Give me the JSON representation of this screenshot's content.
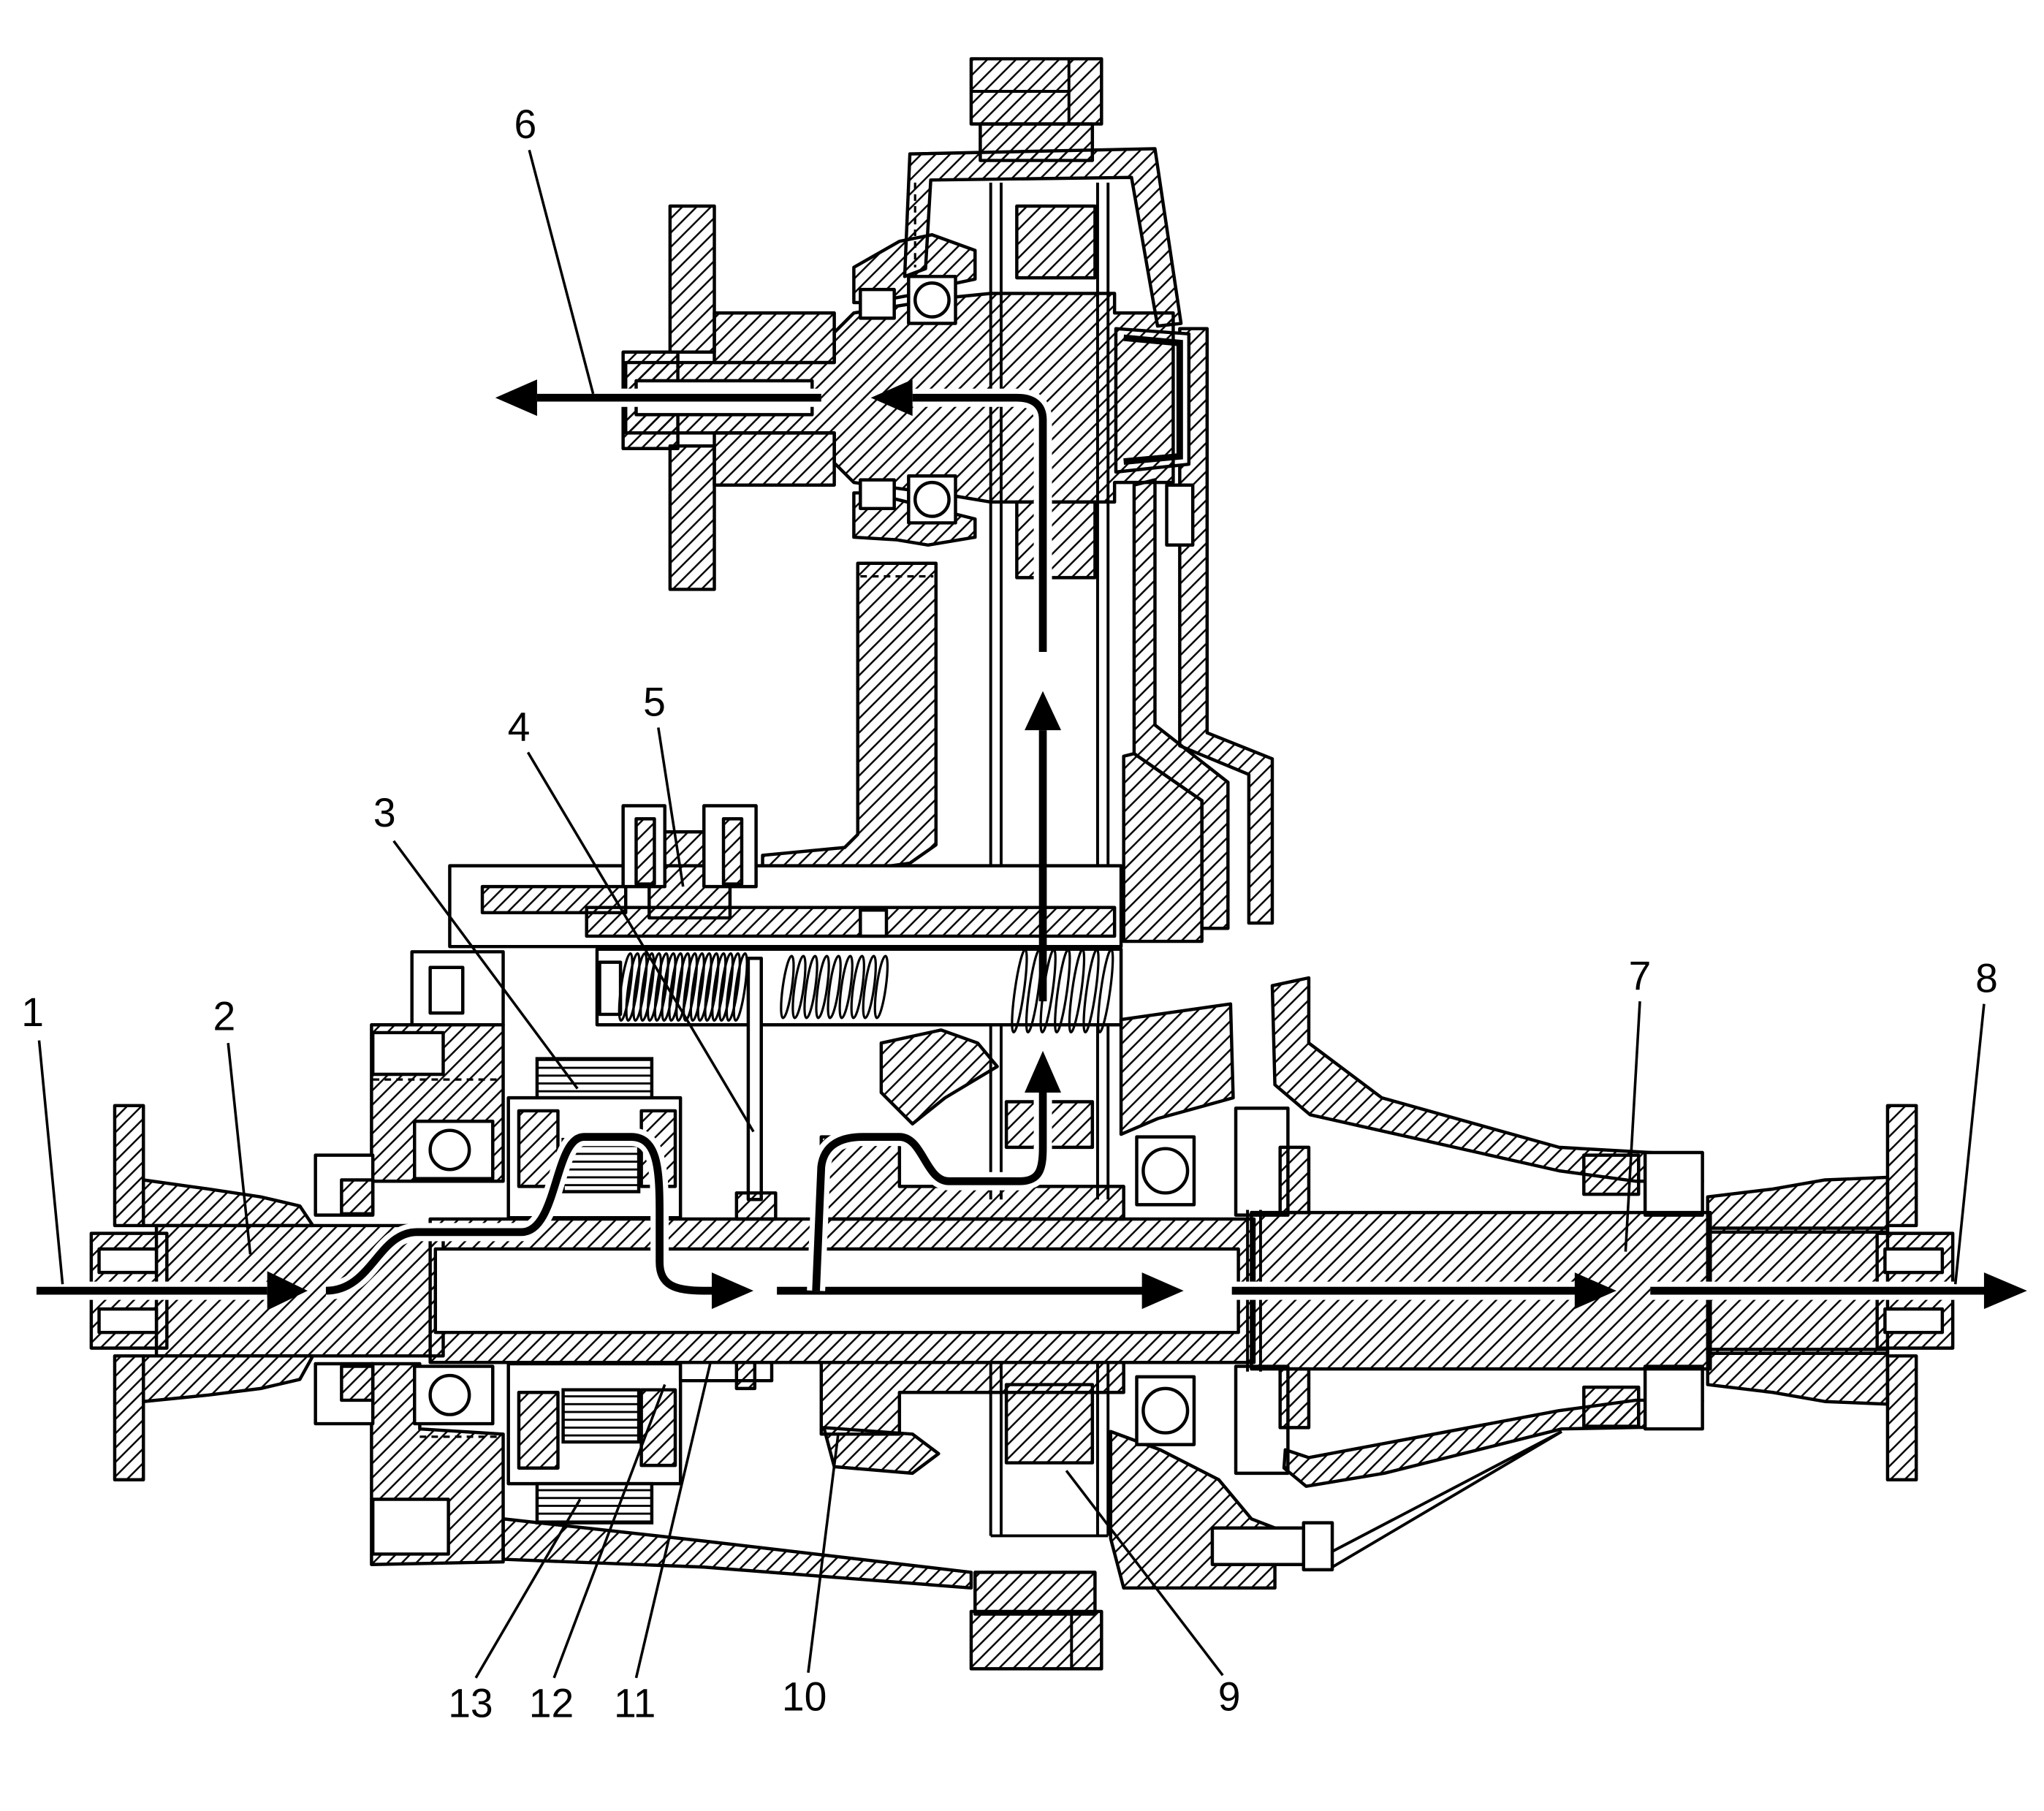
{
  "diagram": {
    "callouts": [
      {
        "label": "1"
      },
      {
        "label": "2"
      },
      {
        "label": "3"
      },
      {
        "label": "4"
      },
      {
        "label": "5"
      },
      {
        "label": "6"
      },
      {
        "label": "7"
      },
      {
        "label": "8"
      },
      {
        "label": "9"
      },
      {
        "label": "10"
      },
      {
        "label": "11"
      },
      {
        "label": "12"
      },
      {
        "label": "13"
      }
    ]
  },
  "colors": {
    "ink": "#000000",
    "paper": "#ffffff"
  }
}
